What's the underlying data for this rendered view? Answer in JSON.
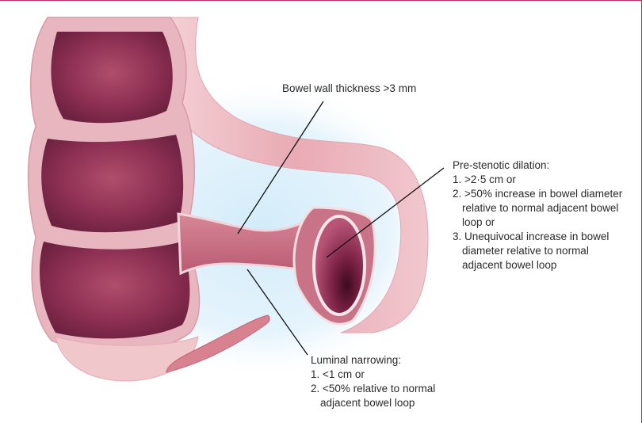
{
  "figure": {
    "labels": {
      "wall_thickness": "Bowel wall thickness >3 mm",
      "dilation": {
        "title": "Pre-stenotic dilation:",
        "items": [
          "1. >2·5 cm or",
          "2. >50% increase in bowel diameter",
          "relative to normal adjacent bowel",
          "loop or",
          "3. Unequivocal increase in bowel",
          "diameter relative to normal",
          "adjacent bowel loop"
        ]
      },
      "narrowing": {
        "title": "Luminal narrowing:",
        "items": [
          "1. <1 cm or",
          "2. <50% relative to normal",
          "adjacent bowel loop"
        ]
      }
    },
    "colors": {
      "frame_border": "#c0285a",
      "background_glow": "#cfeaf8",
      "bowel_dark": "#8a2b4a",
      "bowel_mid": "#c45a73",
      "bowel_light": "#efbcc4",
      "leader_line": "#111111"
    }
  }
}
